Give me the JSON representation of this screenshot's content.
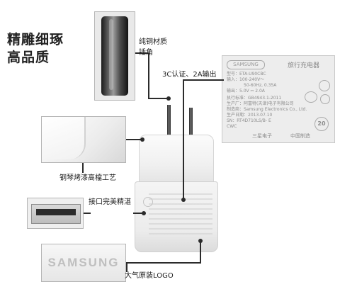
{
  "headline": {
    "line1": "精雕细琢",
    "line2": "高品质"
  },
  "callouts": {
    "pin": {
      "line1": "纯铜材质",
      "line2": "插角"
    },
    "cert": "3C认证、2A输出",
    "finish": "钢琴烤漆高檔工艺",
    "port": "接口完美精湛",
    "logo": "大气原装LOGO"
  },
  "logo_inset": {
    "text": "SAMSUNG"
  },
  "label_plate": {
    "brand": "SAMSUNG",
    "title": "旅行充电器",
    "lines": [
      "型号：ETA-U90CBC",
      "输入：100-240V～",
      "50-60Hz, 0.35A",
      "输出：5.0V ⎓ 2.0A",
      "执行标准：GB4943.1-2011",
      "生产厂：阿富特(天津)电子有限公司",
      "制造商：Samsung Electronics Co., Ltd.",
      "生产日期：2013.07.10",
      "SN：RT4D710LS/B- E",
      "CWC"
    ],
    "footer_left": "三星电子",
    "footer_right": "中国制造",
    "badge_number": "20"
  },
  "colors": {
    "text": "#1c1c1c",
    "line": "#2b2b2b",
    "frame": "#b5b5b5"
  }
}
